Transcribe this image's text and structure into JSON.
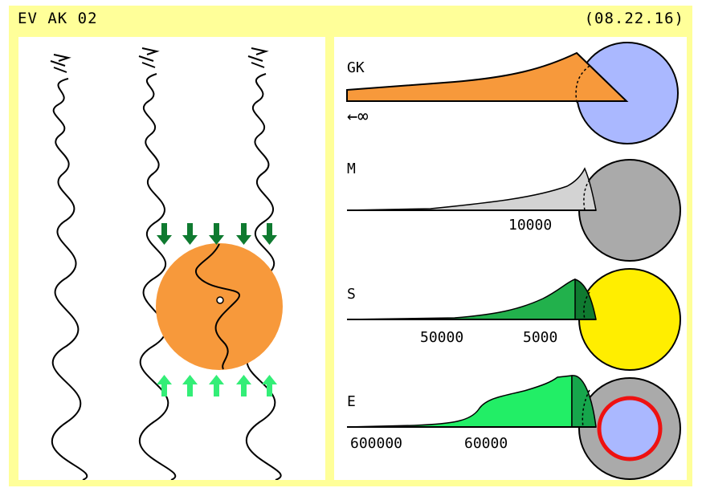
{
  "header": {
    "title": "EV AK 02",
    "date": "(08.22.16)"
  },
  "stages": [
    {
      "id": "gk",
      "label": "GK",
      "sublabel": "←∞",
      "ticks": []
    },
    {
      "id": "m",
      "label": "M",
      "ticks": [
        "10000"
      ]
    },
    {
      "id": "s",
      "label": "S",
      "ticks": [
        "50000",
        "5000"
      ]
    },
    {
      "id": "e",
      "label": "E",
      "ticks": [
        "600000",
        "60000"
      ]
    }
  ],
  "colors": {
    "background": "#ffff99",
    "panel": "#ffffff",
    "core": "#f7993b",
    "gk_profile": "#f7993b",
    "gk_disk": "#aab8ff",
    "m_profile": "#d3d3d3",
    "m_disk": "#aaaaaa",
    "s_profile_light": "#22b14c",
    "s_profile_dark": "#0f7a30",
    "s_disk": "#ffee00",
    "e_profile_light": "#22ee66",
    "e_profile_dark": "#16a64c",
    "e_disk_outer": "#aaaaaa",
    "e_ring": "#ee1111",
    "e_disk_inner": "#aab8ff",
    "arrow_in_top": "#0f7a30",
    "arrow_in_bottom": "#33ee77"
  },
  "icons": [
    "down-arrow-icon",
    "up-arrow-icon",
    "wavy-line-icon"
  ]
}
